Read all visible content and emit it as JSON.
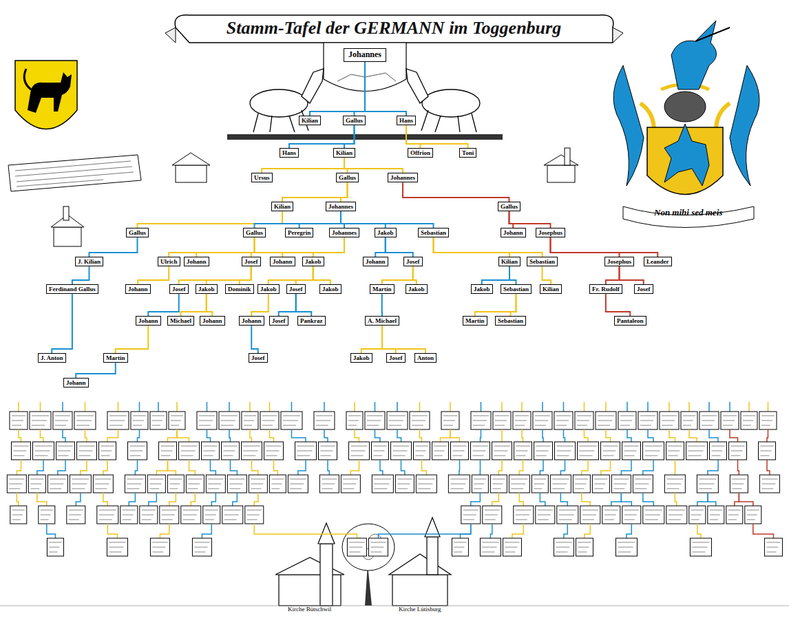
{
  "diagram": {
    "title": "Stamm-Tafel der GERMANN im Toggenburg",
    "nodes": [
      {
        "text": [
          "Johannes"
        ]
      },
      {
        "text": [
          "Kilian"
        ]
      },
      {
        "text": [
          "Gallus"
        ]
      },
      {
        "text": [
          "Hans"
        ]
      },
      {
        "text": [
          "Hans"
        ]
      },
      {
        "text": [
          "Kilian"
        ]
      },
      {
        "text": [
          "Offrion"
        ]
      },
      {
        "text": [
          "Toni"
        ]
      },
      {
        "text": [
          "Ursus"
        ]
      },
      {
        "text": [
          "Gallus"
        ]
      },
      {
        "text": [
          "Johannes"
        ]
      },
      {
        "text": [
          "Kilian"
        ]
      },
      {
        "text": [
          "Johannes"
        ]
      },
      {
        "text": [
          "Gallus"
        ]
      },
      {
        "text": [
          "Gallus"
        ]
      },
      {
        "text": [
          "Gallus"
        ]
      },
      {
        "text": [
          "Peregrin"
        ]
      },
      {
        "text": [
          "Johannes"
        ]
      },
      {
        "text": [
          "Jakob"
        ]
      },
      {
        "text": [
          "Sebastian"
        ]
      },
      {
        "text": [
          "Johann"
        ]
      },
      {
        "text": [
          "Josephus"
        ]
      },
      {
        "text": [
          "J. Kilian"
        ]
      },
      {
        "text": [
          "Ulrich"
        ]
      },
      {
        "text": [
          "Johann"
        ]
      },
      {
        "text": [
          "Josef"
        ]
      },
      {
        "text": [
          "Johann"
        ]
      },
      {
        "text": [
          "Jakob"
        ]
      },
      {
        "text": [
          "Johann"
        ]
      },
      {
        "text": [
          "Josef"
        ]
      },
      {
        "text": [
          "Kilian"
        ]
      },
      {
        "text": [
          "Sebastian"
        ]
      },
      {
        "text": [
          "Josephus"
        ]
      },
      {
        "text": [
          "Leander"
        ]
      },
      {
        "text": [
          "Ferdinand Gallus"
        ]
      },
      {
        "text": [
          "Johann"
        ]
      },
      {
        "text": [
          "Josef"
        ]
      },
      {
        "text": [
          "Jakob"
        ]
      },
      {
        "text": [
          "Dominik"
        ]
      },
      {
        "text": [
          "Jakob"
        ]
      },
      {
        "text": [
          "Josef"
        ]
      },
      {
        "text": [
          "Jakob"
        ]
      },
      {
        "text": [
          "Martin"
        ]
      },
      {
        "text": [
          "Jakob"
        ]
      },
      {
        "text": [
          "Jakob"
        ]
      },
      {
        "text": [
          "Sebastian"
        ]
      },
      {
        "text": [
          "Kilian"
        ]
      },
      {
        "text": [
          "Fr. Rudolf"
        ]
      },
      {
        "text": [
          "Josef"
        ]
      },
      {
        "text": [
          "Johann"
        ]
      },
      {
        "text": [
          "Michael"
        ]
      },
      {
        "text": [
          "Johann"
        ]
      },
      {
        "text": [
          "Johann"
        ]
      },
      {
        "text": [
          "Josef"
        ]
      },
      {
        "text": [
          "Pankraz"
        ]
      },
      {
        "text": [
          "A. Michael"
        ]
      },
      {
        "text": [
          "Martin"
        ]
      },
      {
        "text": [
          "Sebastian"
        ]
      },
      {
        "text": [
          "Pantaleon"
        ]
      },
      {
        "text": [
          "J. Anton"
        ]
      },
      {
        "text": [
          "Martin"
        ]
      },
      {
        "text": [
          "Josef"
        ]
      },
      {
        "text": [
          "Jakob"
        ]
      },
      {
        "text": [
          "Josef"
        ]
      },
      {
        "text": [
          "Anton"
        ]
      },
      {
        "text": [
          "Johann"
        ]
      }
    ],
    "edges": [
      {
        "from": 0,
        "to": 1,
        "arrow": "none"
      },
      {
        "from": 0,
        "to": 2,
        "arrow": "none"
      },
      {
        "from": 0,
        "to": 3,
        "arrow": "none"
      },
      {
        "from": 2,
        "to": 4,
        "arrow": "none"
      },
      {
        "from": 2,
        "to": 5,
        "arrow": "none"
      },
      {
        "from": 3,
        "to": 6,
        "arrow": "none"
      },
      {
        "from": 3,
        "to": 7,
        "arrow": "none"
      },
      {
        "from": 5,
        "to": 8,
        "arrow": "none"
      },
      {
        "from": 5,
        "to": 9,
        "arrow": "none"
      },
      {
        "from": 5,
        "to": 10,
        "arrow": "none"
      },
      {
        "from": 9,
        "to": 11,
        "arrow": "none"
      },
      {
        "from": 9,
        "to": 12,
        "arrow": "none"
      },
      {
        "from": 10,
        "to": 13,
        "arrow": "none"
      },
      {
        "from": 11,
        "to": 14,
        "arrow": "none"
      },
      {
        "from": 12,
        "to": 15,
        "arrow": "none"
      },
      {
        "from": 12,
        "to": 16,
        "arrow": "none"
      },
      {
        "from": 12,
        "to": 17,
        "arrow": "none"
      },
      {
        "from": 12,
        "to": 18,
        "arrow": "none"
      },
      {
        "from": 12,
        "to": 19,
        "arrow": "none"
      },
      {
        "from": 13,
        "to": 20,
        "arrow": "none"
      },
      {
        "from": 13,
        "to": 21,
        "arrow": "none"
      },
      {
        "from": 14,
        "to": 22,
        "arrow": "none"
      },
      {
        "from": 15,
        "to": 23,
        "arrow": "none"
      },
      {
        "from": 15,
        "to": 24,
        "arrow": "none"
      },
      {
        "from": 17,
        "to": 25,
        "arrow": "none"
      },
      {
        "from": 17,
        "to": 26,
        "arrow": "none"
      },
      {
        "from": 17,
        "to": 27,
        "arrow": "none"
      },
      {
        "from": 18,
        "to": 28,
        "arrow": "none"
      },
      {
        "from": 18,
        "to": 29,
        "arrow": "none"
      },
      {
        "from": 19,
        "to": 30,
        "arrow": "none"
      },
      {
        "from": 19,
        "to": 31,
        "arrow": "none"
      },
      {
        "from": 21,
        "to": 32,
        "arrow": "none"
      },
      {
        "from": 21,
        "to": 33,
        "arrow": "none"
      },
      {
        "from": 22,
        "to": 34,
        "arrow": "none"
      },
      {
        "from": 23,
        "to": 35,
        "arrow": "none"
      },
      {
        "from": 25,
        "to": 36,
        "arrow": "none"
      },
      {
        "from": 25,
        "to": 37,
        "arrow": "none"
      },
      {
        "from": 25,
        "to": 38,
        "arrow": "none"
      },
      {
        "from": 27,
        "to": 39,
        "arrow": "none"
      },
      {
        "from": 27,
        "to": 40,
        "arrow": "none"
      },
      {
        "from": 27,
        "to": 41,
        "arrow": "none"
      },
      {
        "from": 29,
        "to": 42,
        "arrow": "none"
      },
      {
        "from": 29,
        "to": 43,
        "arrow": "none"
      },
      {
        "from": 30,
        "to": 44,
        "arrow": "none"
      },
      {
        "from": 30,
        "to": 45,
        "arrow": "none"
      },
      {
        "from": 31,
        "to": 46,
        "arrow": "none"
      },
      {
        "from": 32,
        "to": 47,
        "arrow": "none"
      },
      {
        "from": 32,
        "to": 48,
        "arrow": "none"
      },
      {
        "from": 36,
        "to": 49,
        "arrow": "none"
      },
      {
        "from": 37,
        "to": 50,
        "arrow": "none"
      },
      {
        "from": 37,
        "to": 51,
        "arrow": "none"
      },
      {
        "from": 39,
        "to": 52,
        "arrow": "none"
      },
      {
        "from": 40,
        "to": 53,
        "arrow": "none"
      },
      {
        "from": 40,
        "to": 54,
        "arrow": "none"
      },
      {
        "from": 42,
        "to": 55,
        "arrow": "none"
      },
      {
        "from": 45,
        "to": 56,
        "arrow": "none"
      },
      {
        "from": 45,
        "to": 57,
        "arrow": "none"
      },
      {
        "from": 47,
        "to": 58,
        "arrow": "none"
      },
      {
        "from": 34,
        "to": 59,
        "arrow": "none"
      },
      {
        "from": 49,
        "to": 60,
        "arrow": "none"
      },
      {
        "from": 52,
        "to": 61,
        "arrow": "none"
      },
      {
        "from": 55,
        "to": 62,
        "arrow": "none"
      },
      {
        "from": 55,
        "to": 63,
        "arrow": "none"
      },
      {
        "from": 55,
        "to": 64,
        "arrow": "none"
      },
      {
        "from": 60,
        "to": 65,
        "arrow": "none"
      }
    ],
    "labels": [
      "Non mihi sed meis",
      "Kirche Bütschwil",
      "Kirche Lütisburg"
    ]
  }
}
